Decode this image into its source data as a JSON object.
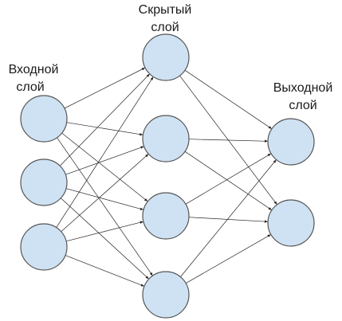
{
  "layers": [
    {
      "id": "input",
      "label_lines": [
        "Входной",
        "слой"
      ],
      "neurons": 3
    },
    {
      "id": "hidden",
      "label_lines": [
        "Скрытый",
        "слой"
      ],
      "neurons": 4
    },
    {
      "id": "output",
      "label_lines": [
        "Выходной",
        "слой"
      ],
      "neurons": 2
    }
  ],
  "connections": "fully-connected",
  "colors": {
    "neuron_fill": "#cfe2f3",
    "neuron_stroke": "#555555",
    "edge": "#222222",
    "text": "#1a1a1a"
  }
}
